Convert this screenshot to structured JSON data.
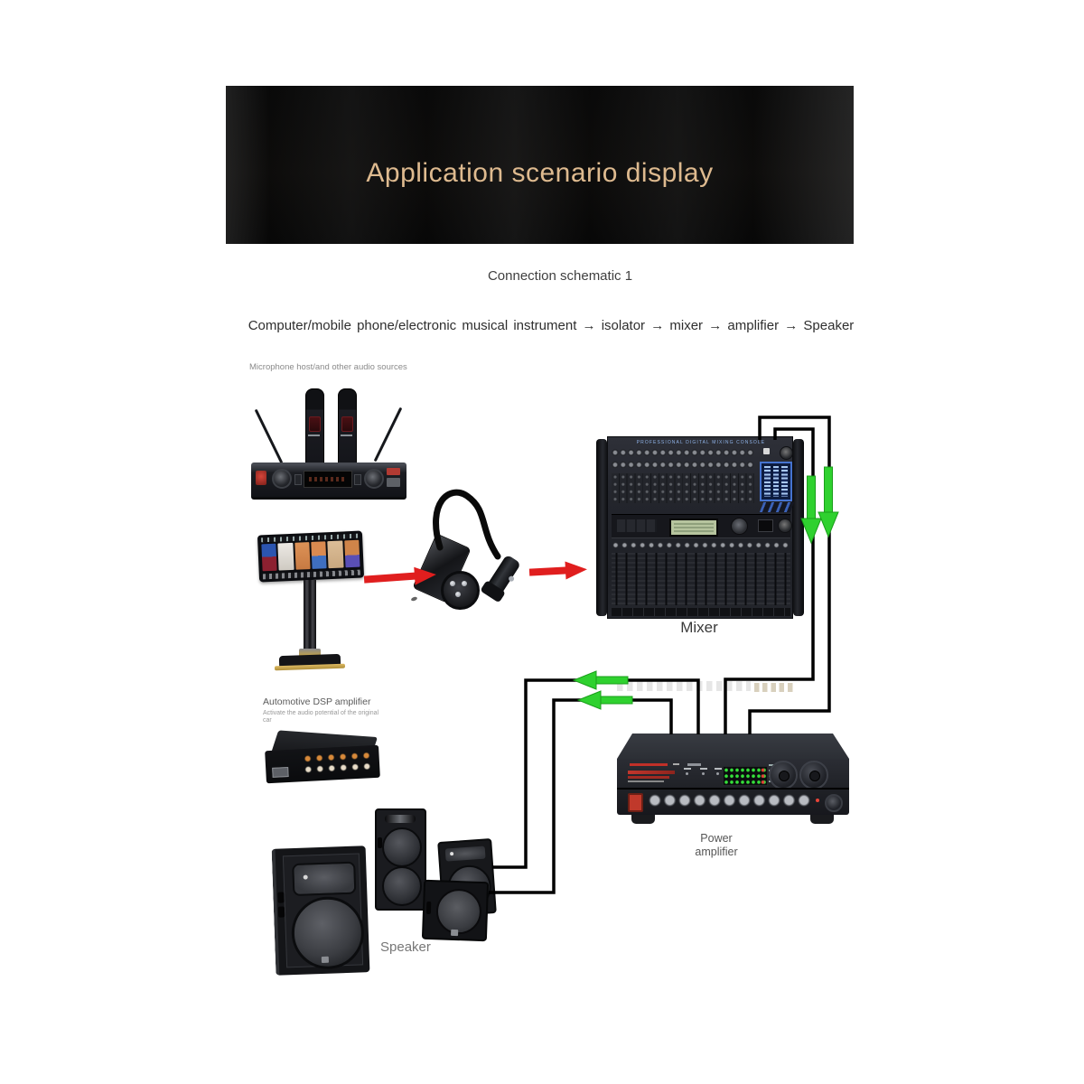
{
  "banner": {
    "title": "Application scenario display",
    "text_color": "#deba8f",
    "background_color": "#0a0a0a"
  },
  "schematic": {
    "title": "Connection schematic 1"
  },
  "flow": {
    "text": "Computer/mobile phone/electronic musical instrument  →  isolator  →  mixer  →  amplifier  →  Speaker"
  },
  "labels": {
    "audio_sources": "Microphone host/and other audio sources",
    "mixer": "Mixer",
    "power_amplifier_line1": "Power",
    "power_amplifier_line2": "amplifier",
    "speaker": "Speaker",
    "dsp_title": "Automotive DSP amplifier",
    "dsp_subtitle": "Activate the audio potential of the original car"
  },
  "mixer_panel": {
    "header_text": "PROFESSIONAL DIGITAL MIXING CONSOLE"
  },
  "colors": {
    "wire": "#000000",
    "arrow_red": "#e01e1e",
    "arrow_green": "#2fd12f",
    "arrow_green_dark": "#1a9e1a",
    "banner_text": "#deba8f"
  }
}
